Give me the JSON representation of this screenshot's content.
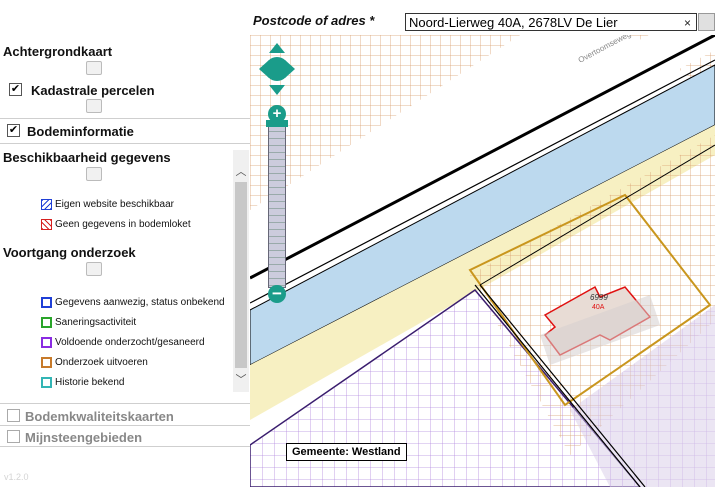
{
  "search": {
    "label": "Postcode of adres *",
    "value": "Noord-Lierweg 40A, 2678LV De Lier",
    "clear_icon": "×"
  },
  "sidebar": {
    "background_map": "Achtergrondkaart",
    "cadastral": "Kadastrale percelen",
    "soil_info": "Bodeminformatie",
    "availability_title": "Beschikbaarheid gegevens",
    "availability_legend": [
      {
        "label": "Eigen website beschikbaar",
        "color": "#1f3fd6"
      },
      {
        "label": "Geen gegevens in bodemloket",
        "color": "#d62020"
      }
    ],
    "progress_title": "Voortgang onderzoek",
    "progress_legend": [
      {
        "label": "Gegevens aanwezig, status onbekend",
        "color": "#1f3fd6"
      },
      {
        "label": "Saneringsactiviteit",
        "color": "#2aa52a"
      },
      {
        "label": "Voldoende onderzocht/gesaneerd",
        "color": "#8a2be2"
      },
      {
        "label": "Onderzoek uitvoeren",
        "color": "#c77a2a"
      },
      {
        "label": "Historie bekend",
        "color": "#33b5b5"
      }
    ],
    "soil_quality_maps": "Bodemkwaliteitskaarten",
    "mining_areas": "Mijnsteengebieden",
    "version": "v1.2.0"
  },
  "map": {
    "municipality_label": "Gemeente: Westland",
    "parcel_number": "6999",
    "house_number": "40A",
    "road_label": "Overtoomseweg"
  }
}
